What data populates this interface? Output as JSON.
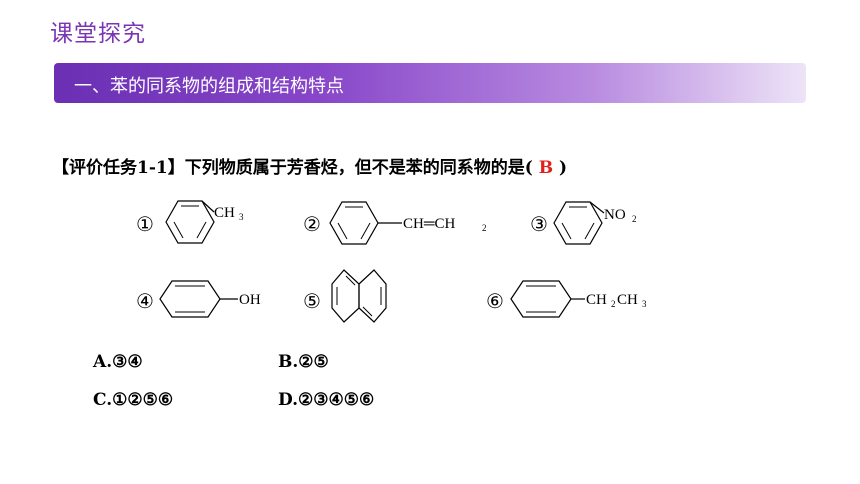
{
  "header": {
    "title": "课堂探究"
  },
  "section": {
    "label": "一、苯的同系物的组成和结构特点"
  },
  "question": {
    "prefix": "【评价任务1-1】下列物质属于芳香烃，但不是苯的同系物的是(",
    "answer": "B",
    "suffix": ")"
  },
  "molecules": [
    {
      "num": "①",
      "group": "CH",
      "sub": "3"
    },
    {
      "num": "②",
      "group": "CH═CH",
      "sub": "2"
    },
    {
      "num": "③",
      "group": "NO",
      "sub": "2"
    },
    {
      "num": "④",
      "group": "OH",
      "sub": ""
    },
    {
      "num": "⑤",
      "group": "",
      "sub": ""
    },
    {
      "num": "⑥",
      "group": "CH",
      "sub": "2",
      "group2": "CH",
      "sub2": "3"
    }
  ],
  "options": [
    {
      "label": "A.③④"
    },
    {
      "label": "B.②⑤"
    },
    {
      "label": "C.①②⑤⑥"
    },
    {
      "label": "D.②③④⑤⑥"
    }
  ]
}
